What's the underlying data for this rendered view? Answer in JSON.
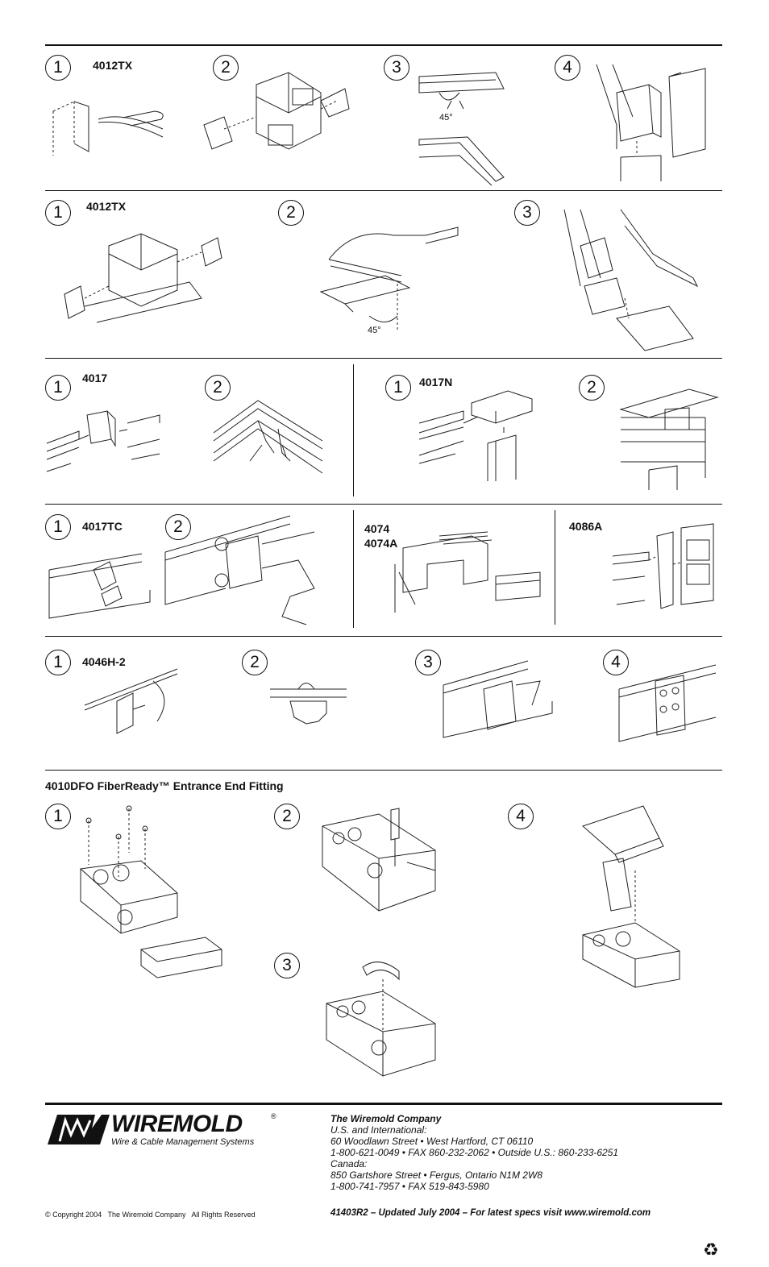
{
  "rows": [
    {
      "steps": [
        "1",
        "2",
        "3",
        "4"
      ],
      "code": "4012TX",
      "angle": "45°"
    },
    {
      "steps": [
        "1",
        "2",
        "3"
      ],
      "code": "4012TX",
      "angle": "45°"
    },
    {
      "left_steps": [
        "1",
        "2"
      ],
      "left_code": "4017",
      "right_steps": [
        "1",
        "2"
      ],
      "right_code": "4017N"
    },
    {
      "steps": [
        "1",
        "2"
      ],
      "code": "4017TC",
      "mid_code_1": "4074",
      "mid_code_2": "4074A",
      "right_code": "4086A"
    },
    {
      "steps": [
        "1",
        "2",
        "3",
        "4"
      ],
      "code": "4046H-2"
    }
  ],
  "fiber": {
    "title": "4010DFO FiberReady™ Entrance End Fitting",
    "steps": [
      "1",
      "2",
      "3",
      "4"
    ]
  },
  "logo": {
    "brand": "WIREMOLD",
    "tagline": "Wire & Cable Management Systems",
    "registered": "®"
  },
  "company": {
    "name": "The Wiremold Company",
    "lines": [
      "U.S. and International:",
      "60 Woodlawn Street  •  West Hartford, CT 06110",
      "1-800-621-0049  •  FAX 860-232-2062  •  Outside U.S.: 860-233-6251",
      "Canada:",
      "850 Gartshore Street  •  Fergus, Ontario N1M 2W8",
      "1-800-741-7957  •  FAX 519-843-5980"
    ]
  },
  "copyright": "© Copyright 2004   The Wiremold Company   All Rights Reserved",
  "doc_number": "41403R2 – Updated July 2004 – For latest specs visit www.wiremold.com",
  "recycle_icon": "recycle-icon"
}
